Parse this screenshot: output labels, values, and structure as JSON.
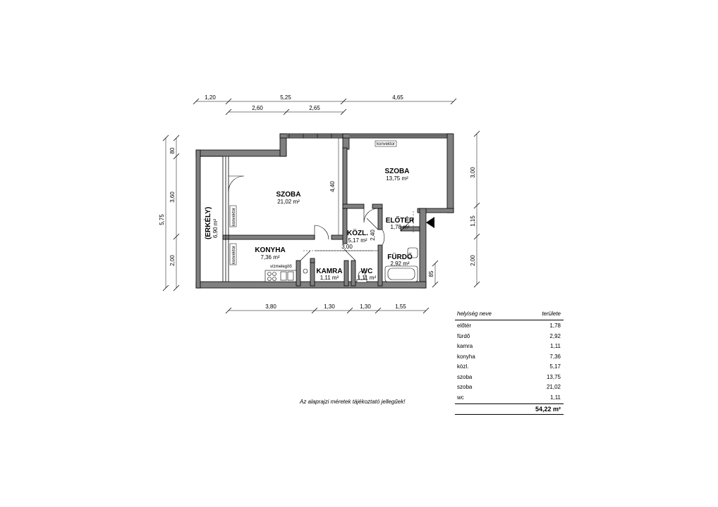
{
  "rooms": {
    "szoba1": {
      "name": "SZOBA",
      "area": "21,02 m²"
    },
    "szoba2": {
      "name": "SZOBA",
      "area": "13,75 m²"
    },
    "eloter": {
      "name": "ELŐTÉR",
      "area": "1,78 m²"
    },
    "kozl": {
      "name": "KÖZL.",
      "area": "5,17 m²"
    },
    "furdo": {
      "name": "FÜRDŐ",
      "area": "2,92 m²"
    },
    "konyha": {
      "name": "KONYHA",
      "area": "7,36 m²"
    },
    "kamra": {
      "name": "KAMRA",
      "area": "1,11 m²"
    },
    "wc": {
      "name": "WC",
      "area": "1,11 m²"
    },
    "erkely": {
      "name": "(ERKÉLY)",
      "area": "6,90 m²"
    }
  },
  "labels": {
    "konvektor": "konvektor",
    "vizmelegito": "vízmelegítő"
  },
  "dimensions": {
    "top_row1": [
      "1,20",
      "5,25",
      "4,65"
    ],
    "top_row2": [
      "2,60",
      "2,65"
    ],
    "left_outer": "5,75",
    "left_inner": [
      "80",
      "3,60",
      "2,00"
    ],
    "right": [
      "3,00",
      "1,15",
      "2,00"
    ],
    "right_small": "85",
    "bottom": [
      "3,80",
      "1,30",
      "1,30",
      "1,55"
    ],
    "inner_440": "4,40",
    "inner_300": "3,00",
    "inner_240": "2,40"
  },
  "table": {
    "header": {
      "name": "helyiség neve",
      "area": "területe"
    },
    "rows": [
      {
        "name": "előtér",
        "area": "1,78"
      },
      {
        "name": "fürdő",
        "area": "2,92"
      },
      {
        "name": "kamra",
        "area": "1,11"
      },
      {
        "name": "konyha",
        "area": "7,36"
      },
      {
        "name": "közl.",
        "area": "5,17"
      },
      {
        "name": "szoba",
        "area": "13,75"
      },
      {
        "name": "szoba",
        "area": "21,02"
      },
      {
        "name": "wc",
        "area": "1,11"
      }
    ],
    "total": "54,22 m²"
  },
  "note": "Az alaprajzi méretek tájékoztató jellegűek!"
}
